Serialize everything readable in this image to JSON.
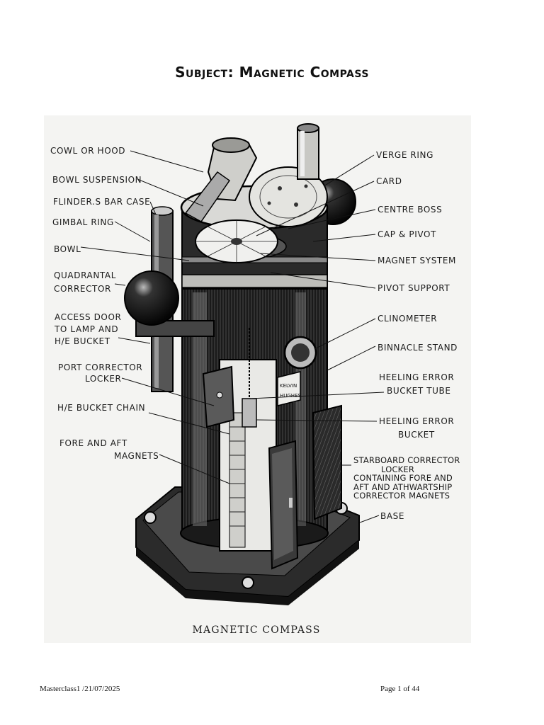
{
  "document": {
    "title": "Subject: Magnetic Compass",
    "caption": "MAGNETIC COMPASS",
    "footer_left": "Masterclass1 /21/07/2025",
    "footer_right": "Page 1 of 44"
  },
  "labels_left": {
    "cowl_or_hood": "COWL OR HOOD",
    "bowl_suspension": "BOWL SUSPENSION",
    "flinders_bar_case": "FLINDER.S BAR CASE",
    "gimbal_ring": "GIMBAL RING",
    "bowl": "BOWL",
    "quadrantal_corrector_1": "QUADRANTAL",
    "quadrantal_corrector_2": "CORRECTOR",
    "access_door_1": "ACCESS DOOR",
    "access_door_2": "TO LAMP AND",
    "access_door_3": "H/E BUCKET",
    "port_corrector_1": "PORT CORRECTOR",
    "port_corrector_2": "LOCKER",
    "he_bucket_chain": "H/E BUCKET CHAIN",
    "fore_aft_1": "FORE AND AFT",
    "fore_aft_2": "MAGNETS"
  },
  "labels_right": {
    "verge_ring": "VERGE RING",
    "card": "CARD",
    "centre_boss": "CENTRE BOSS",
    "cap_pivot": "CAP & PIVOT",
    "magnet_system": "MAGNET SYSTEM",
    "pivot_support": "PIVOT SUPPORT",
    "clinometer": "CLINOMETER",
    "binnacle_stand": "BINNACLE STAND",
    "heeling_tube_1": "HEELING ERROR",
    "heeling_tube_2": "BUCKET TUBE",
    "heeling_bucket_1": "HEELING ERROR",
    "heeling_bucket_2": "BUCKET",
    "starboard_1": "STARBOARD CORRECTOR",
    "starboard_2": "LOCKER",
    "starboard_3": "CONTAINING FORE AND",
    "starboard_4": "AFT AND ATHWARTSHIP",
    "starboard_5": "CORRECTOR MAGNETS",
    "base": "BASE"
  },
  "plate_text": {
    "maker_1": "KELVIN",
    "maker_2": "HUGHES"
  }
}
